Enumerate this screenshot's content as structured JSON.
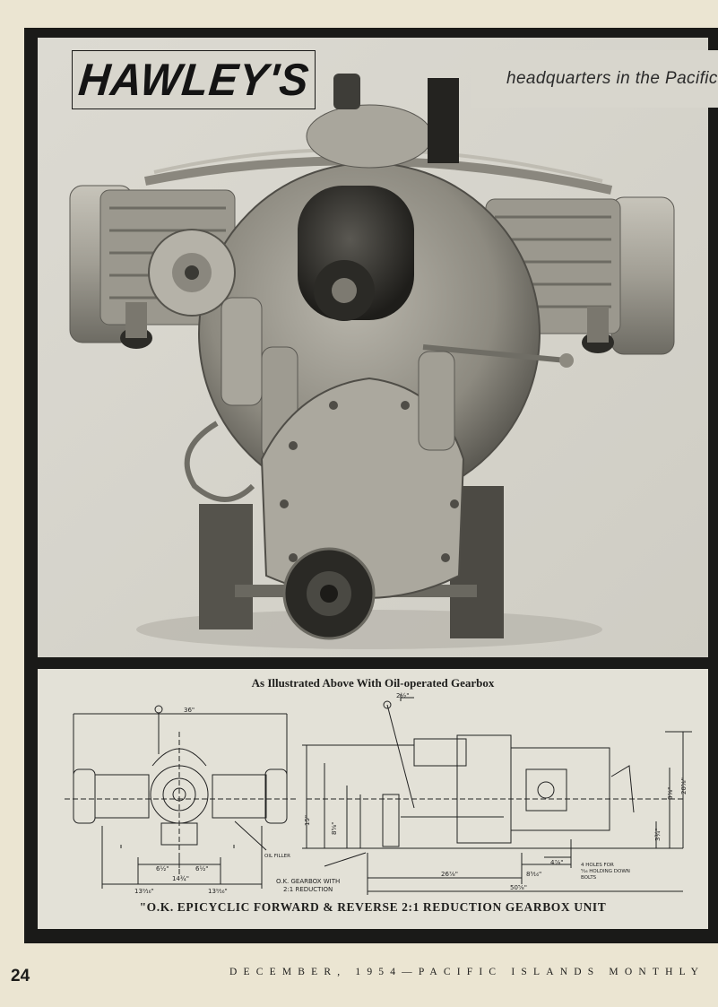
{
  "advert": {
    "logo": "HAWLEY'S",
    "tagline": "headquarters in the Pacific",
    "caption_top": "As Illustrated Above With Oil-operated Gearbox",
    "caption_bottom": "\"O.K. EPICYCLIC FORWARD & REVERSE 2:1 REDUCTION GEARBOX UNIT"
  },
  "drawing": {
    "dims": {
      "width_36": "36\"",
      "d_6a": "6½\"",
      "d_6b": "6½\"",
      "d_14": "14¾\"",
      "d_13a": "13⁹⁄₁₆\"",
      "d_13b": "13⁹⁄₁₆\"",
      "d_2": "2½\"",
      "d_26": "26⅞\"",
      "d_8": "8⁵⁄₁₆\"",
      "d_50": "50⅝\"",
      "d_4": "4⅞\"",
      "d_20": "20⅝\"",
      "d_8b": "8⅞\"",
      "d_3": "3¾\"",
      "d_15": "15\"",
      "d_8c": "8⅝\""
    },
    "labels": {
      "oil_filler": "OIL FILLER",
      "gearbox_line1": "O.K. GEARBOX WITH",
      "gearbox_line2": "2:1 REDUCTION",
      "holes_line1": "4 HOLES FOR",
      "holes_line2": "⁵⁄₁₆ HOLDING DOWN",
      "holes_line3": "BOLTS"
    }
  },
  "footer": {
    "page_number": "24",
    "text": "DECEMBER, 1954—PACIFIC ISLANDS MONTHLY"
  }
}
